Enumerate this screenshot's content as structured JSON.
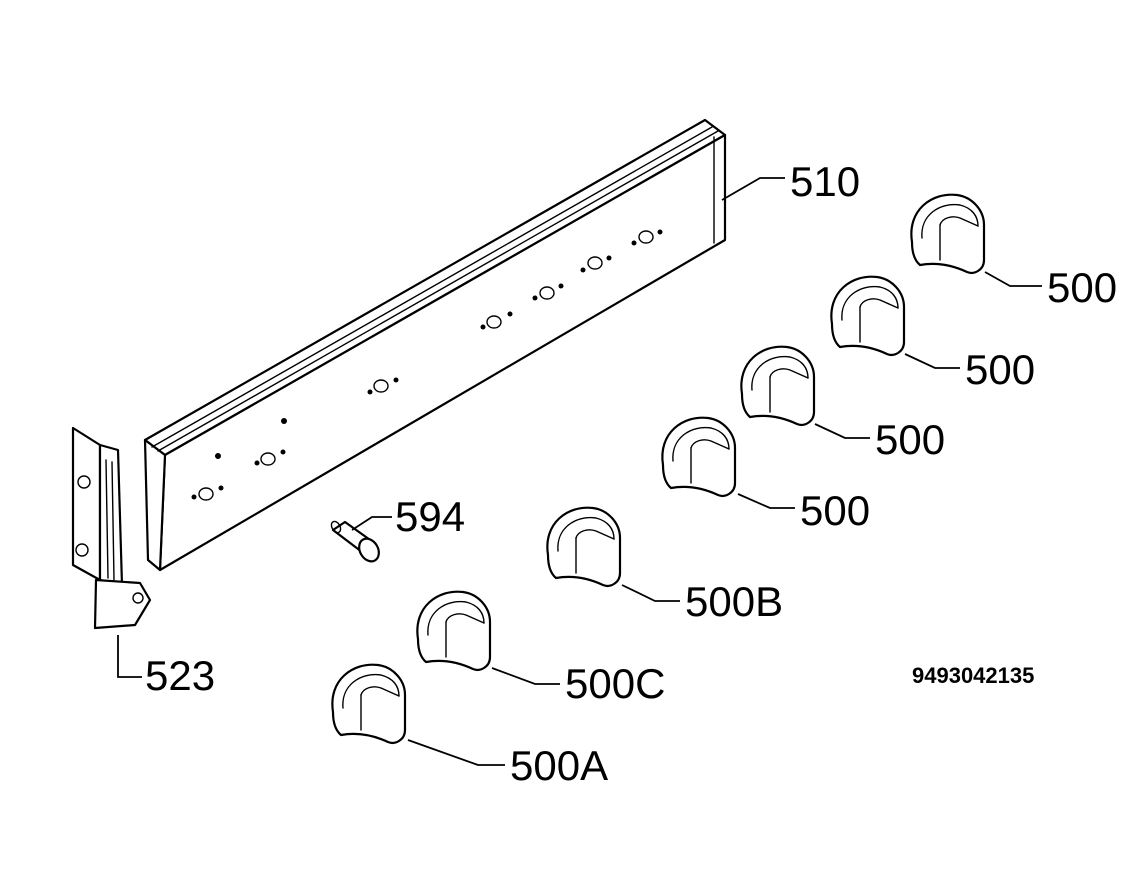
{
  "labels": {
    "panel": "510",
    "bracket": "523",
    "pin": "594",
    "knob_1": "500",
    "knob_2": "500",
    "knob_3": "500",
    "knob_4": "500",
    "knob_5": "500B",
    "knob_6": "500C",
    "knob_7": "500A"
  },
  "drawing_number": "9493042135"
}
